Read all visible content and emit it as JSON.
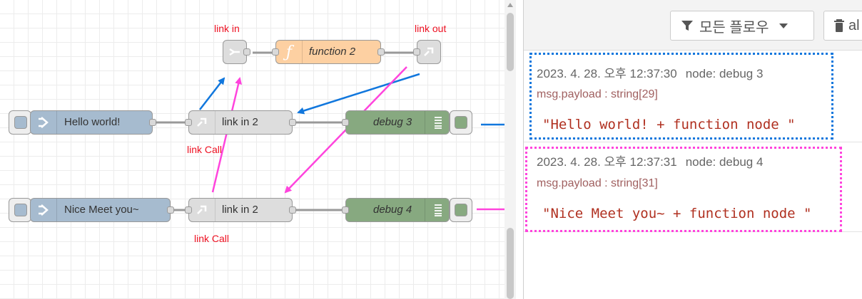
{
  "colors": {
    "inject": "#a6bbcf",
    "link": "#dddddd",
    "function": "#fdd0a2",
    "debug": "#87a980",
    "annotation_red": "#ee1122",
    "arrow_blue": "#1177dd",
    "arrow_pink": "#ff44dd"
  },
  "flow": {
    "annotations": {
      "link_in": "link in",
      "link_out": "link out",
      "link_call_1": "link Call",
      "link_call_2": "link Call"
    },
    "nodes": {
      "function": {
        "label": "function 2",
        "icon": "function-icon"
      },
      "inject1": {
        "label": "Hello world!",
        "icon": "inject-arrow-icon"
      },
      "inject2": {
        "label": "Nice Meet you~",
        "icon": "inject-arrow-icon"
      },
      "linkcall1": {
        "label": "link in 2",
        "icon": "link-icon"
      },
      "linkcall2": {
        "label": "link in 2",
        "icon": "link-icon"
      },
      "debug1": {
        "label": "debug 3",
        "icon": "debug-list-icon"
      },
      "debug2": {
        "label": "debug 4",
        "icon": "debug-list-icon"
      }
    }
  },
  "sidebar": {
    "filter_label": "모든 플로우",
    "clear_label": "al",
    "messages": [
      {
        "timestamp": "2023. 4. 28. 오후 12:37:30",
        "node": "node: debug 3",
        "topic": "msg.payload : string[29]",
        "payload": "\"Hello world! + function node \""
      },
      {
        "timestamp": "2023. 4. 28. 오후 12:37:31",
        "node": "node: debug 4",
        "topic": "msg.payload : string[31]",
        "payload": "\"Nice Meet you~ + function node \""
      }
    ]
  }
}
